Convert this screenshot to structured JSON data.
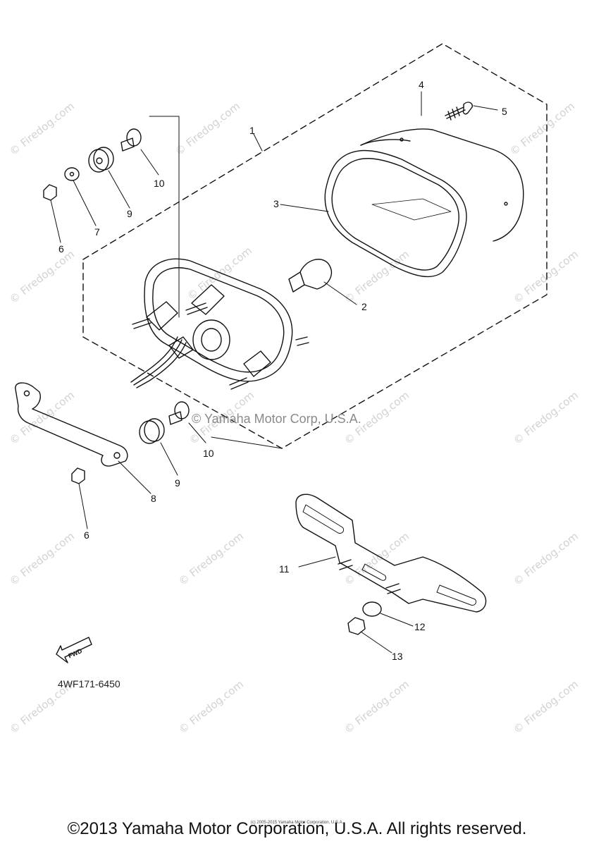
{
  "watermark": "© Firedog.com",
  "inner_credit": "© Yamaha Motor Corp, U.S.A.",
  "diagram_code": "4WF171-6450",
  "fwd_label": "FWD",
  "copyright": "©2013 Yamaha Motor Corporation, U.S.A. All rights reserved.",
  "tiny_credit": "(c) 2005-2015 Yamaha Motor Corporation, U.S.A.",
  "callouts": {
    "c1": "1",
    "c2": "2",
    "c3": "3",
    "c4": "4",
    "c5": "5",
    "c6a": "6",
    "c6b": "6",
    "c7": "7",
    "c8": "8",
    "c9a": "9",
    "c9b": "9",
    "c10a": "10",
    "c10b": "10",
    "c11": "11",
    "c12": "12",
    "c13": "13"
  }
}
